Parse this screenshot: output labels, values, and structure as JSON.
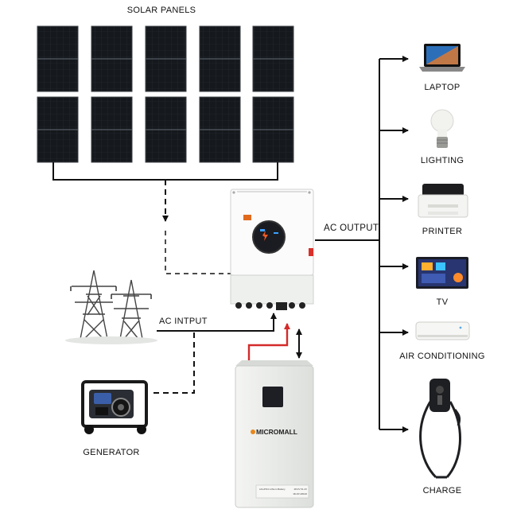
{
  "title": "SOLAR  PANELS",
  "labels": {
    "ac_output": "AC OUTPUT",
    "ac_input": "AC  INTPUT",
    "generator": "GENERATOR"
  },
  "battery_brand": "MICROMALL",
  "battery_label": "LiFePO4 Lithium Battery",
  "battery_spec": "48.0V 51.2V",
  "battery_model": "MLFP-48100",
  "loads": [
    {
      "label": "LAPTOP",
      "icon": "laptop-icon"
    },
    {
      "label": "LIGHTING",
      "icon": "light-bulb-icon"
    },
    {
      "label": "PRINTER",
      "icon": "printer-icon"
    },
    {
      "label": "TV",
      "icon": "tv-icon"
    },
    {
      "label": "AIR CONDITIONING",
      "icon": "air-conditioner-icon"
    },
    {
      "label": "CHARGE",
      "icon": "ev-charger-icon"
    }
  ],
  "colors": {
    "panel": "#15181c",
    "line": "#111111",
    "dc_link": "#d42a2a",
    "cabinet": "#e9ebe8"
  }
}
